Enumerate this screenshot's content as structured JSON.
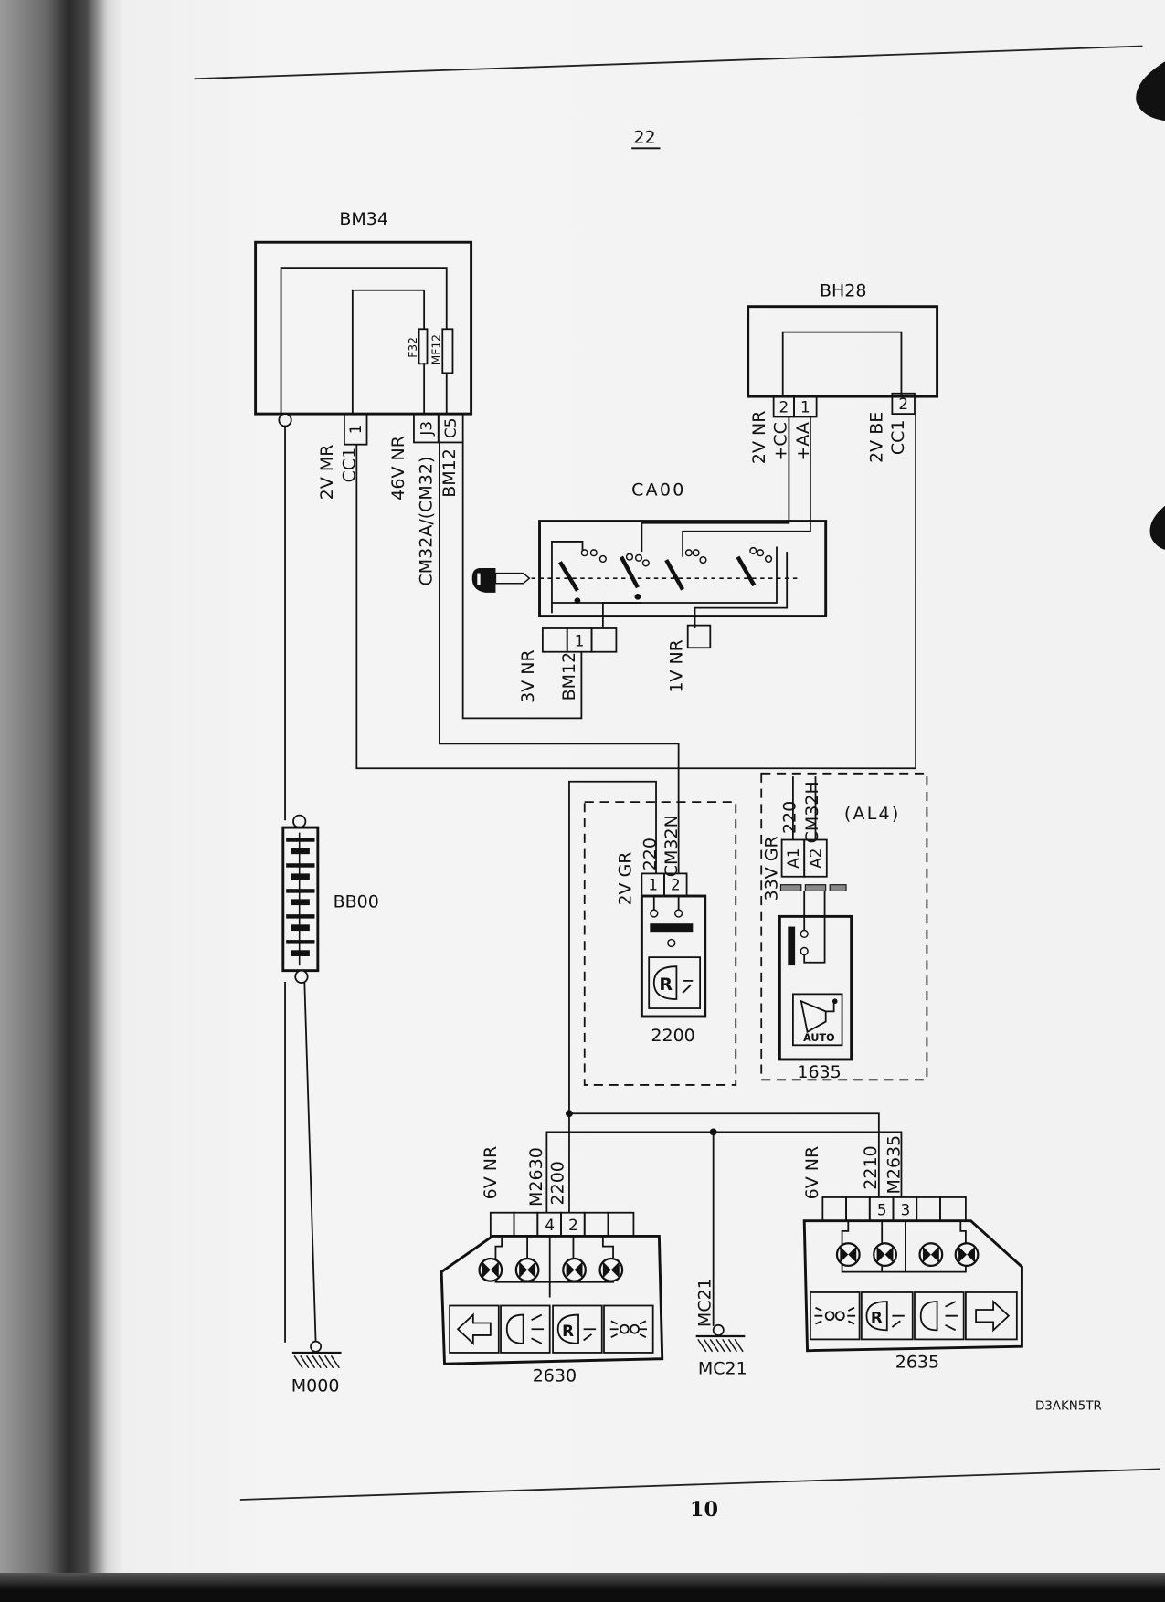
{
  "page": {
    "diagram_number": "22",
    "page_number": "10",
    "reference": "D3AKN5TR"
  },
  "components": {
    "bm34": "BM34",
    "bh28": "BH28",
    "ca00": "CA00",
    "bb00": "BB00",
    "m000": "M000",
    "mc21_ground": "MC21",
    "c2200": "2200",
    "c1635": "1635",
    "c2630": "2630",
    "c2635": "2635",
    "al4": "(AL4)",
    "auto_badge": "AUTO"
  },
  "fuses": {
    "f32": "F32",
    "mf12": "MF12"
  },
  "pins": {
    "bm34_cc1": "1",
    "bm34_j3": "J3",
    "bm34_c5": "C5",
    "bh28_a": "2",
    "bh28_b": "1",
    "bh28_c": "2",
    "ca00_bm12": "1",
    "p2200_1": "1",
    "p2200_2": "2",
    "p1635_a1": "A1",
    "p1635_a2": "A2",
    "p2630_4": "4",
    "p2630_2": "2",
    "p2635_5": "5",
    "p2635_3": "3"
  },
  "wires": {
    "bm34_cc1_conn": "2V MR",
    "bm34_cc1": "CC1",
    "bm34_j3_conn": "46V NR",
    "bm34_j3": "CM32A/(CM32)",
    "bm34_c5": "BM12",
    "bh28_left_conn": "2V NR",
    "bh28_cc": "+CC",
    "bh28_aa": "+AA",
    "bh28_right_conn": "2V BE",
    "bh28_cc1": "CC1",
    "ca00_conn": "3V NR",
    "ca00_bm12": "BM12",
    "ca00_conn2": "1V NR",
    "p2200_conn": "2V GR",
    "p2200_220": "220",
    "p2200_cm32n": "CM32N",
    "p1635_conn": "33V GR",
    "p1635_220": "220",
    "p1635_cm32h": "CM32H",
    "p2630_conn": "6V NR",
    "p2630_m2630": "M2630",
    "p2630_2200": "2200",
    "p2635_conn": "6V NR",
    "p2635_2210": "2210",
    "p2635_m2635": "M2635",
    "mc21": "MC21"
  }
}
